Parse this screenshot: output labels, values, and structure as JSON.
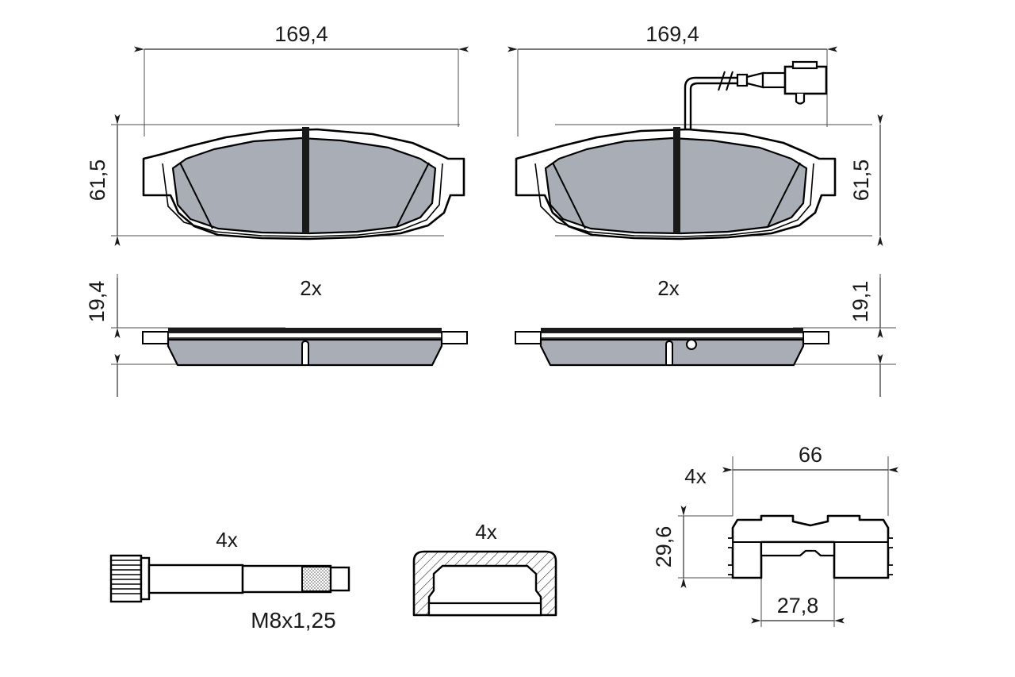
{
  "drawing": {
    "title": "Brake pad set technical drawing",
    "colors": {
      "friction_fill": "#a8adb6",
      "outline": "#000000",
      "dimension_line": "#4d4d4d",
      "background": "#ffffff"
    }
  },
  "pad_left": {
    "name": "brake-pad-plain",
    "width_label": "169,4",
    "height_label": "61,5",
    "thickness_label": "19,4",
    "quantity_label": "2x"
  },
  "pad_right": {
    "name": "brake-pad-with-wear-sensor",
    "width_label": "169,4",
    "height_label": "61,5",
    "thickness_label": "19,1",
    "quantity_label": "2x",
    "sensor": "wear-indicator-cable-with-connector"
  },
  "bolt": {
    "quantity_label": "4x",
    "thread_label": "M8x1,25"
  },
  "clip": {
    "quantity_label": "4x"
  },
  "spring": {
    "quantity_label": "4x",
    "width_label": "66",
    "height_label": "29,6",
    "inner_width_label": "27,8"
  }
}
